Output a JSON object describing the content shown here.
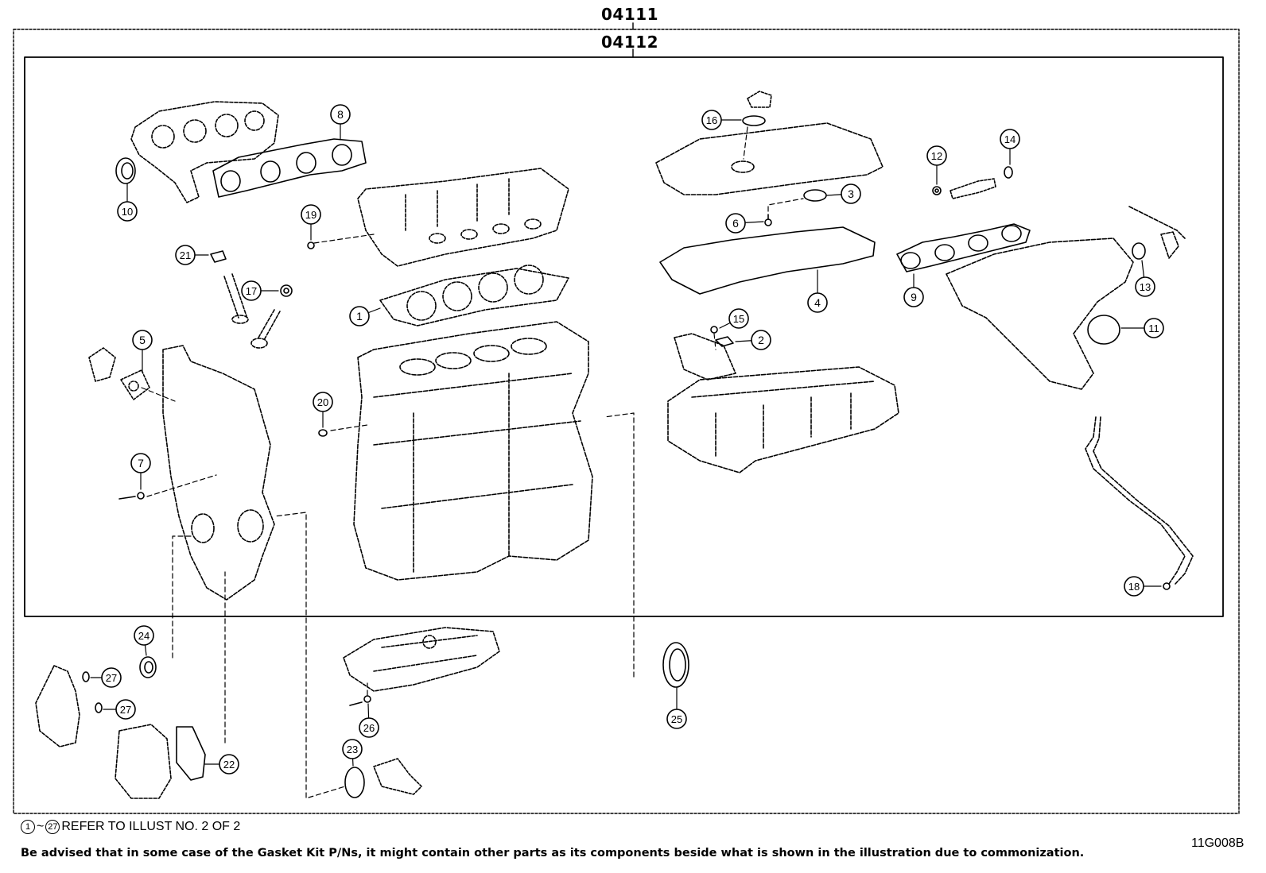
{
  "kits": {
    "outer": "04111",
    "inner": "04112"
  },
  "callouts": [
    {
      "id": "c1",
      "label": "1"
    },
    {
      "id": "c2",
      "label": "2"
    },
    {
      "id": "c3",
      "label": "3"
    },
    {
      "id": "c4",
      "label": "4"
    },
    {
      "id": "c5",
      "label": "5"
    },
    {
      "id": "c6",
      "label": "6"
    },
    {
      "id": "c7",
      "label": "7"
    },
    {
      "id": "c8",
      "label": "8"
    },
    {
      "id": "c9",
      "label": "9"
    },
    {
      "id": "c10",
      "label": "10"
    },
    {
      "id": "c11",
      "label": "11"
    },
    {
      "id": "c12",
      "label": "12"
    },
    {
      "id": "c13",
      "label": "13"
    },
    {
      "id": "c14",
      "label": "14"
    },
    {
      "id": "c15",
      "label": "15"
    },
    {
      "id": "c16",
      "label": "16"
    },
    {
      "id": "c17",
      "label": "17"
    },
    {
      "id": "c18",
      "label": "18"
    },
    {
      "id": "c19",
      "label": "19"
    },
    {
      "id": "c20",
      "label": "20"
    },
    {
      "id": "c21",
      "label": "21"
    },
    {
      "id": "c22",
      "label": "22"
    },
    {
      "id": "c23",
      "label": "23"
    },
    {
      "id": "c24",
      "label": "24"
    },
    {
      "id": "c25",
      "label": "25"
    },
    {
      "id": "c26",
      "label": "26"
    },
    {
      "id": "c27a",
      "label": "27"
    },
    {
      "id": "c27b",
      "label": "27"
    }
  ],
  "footer": {
    "range_start": "1",
    "range_sep": "~",
    "range_end": "27",
    "refer_text": "REFER TO ILLUST NO. 2 OF 2",
    "note": "Be advised that in some case of the Gasket Kit P/Ns,  it might contain other parts as its components beside what is shown in the illustration due to commonization."
  },
  "illustration_code": "11G008B"
}
